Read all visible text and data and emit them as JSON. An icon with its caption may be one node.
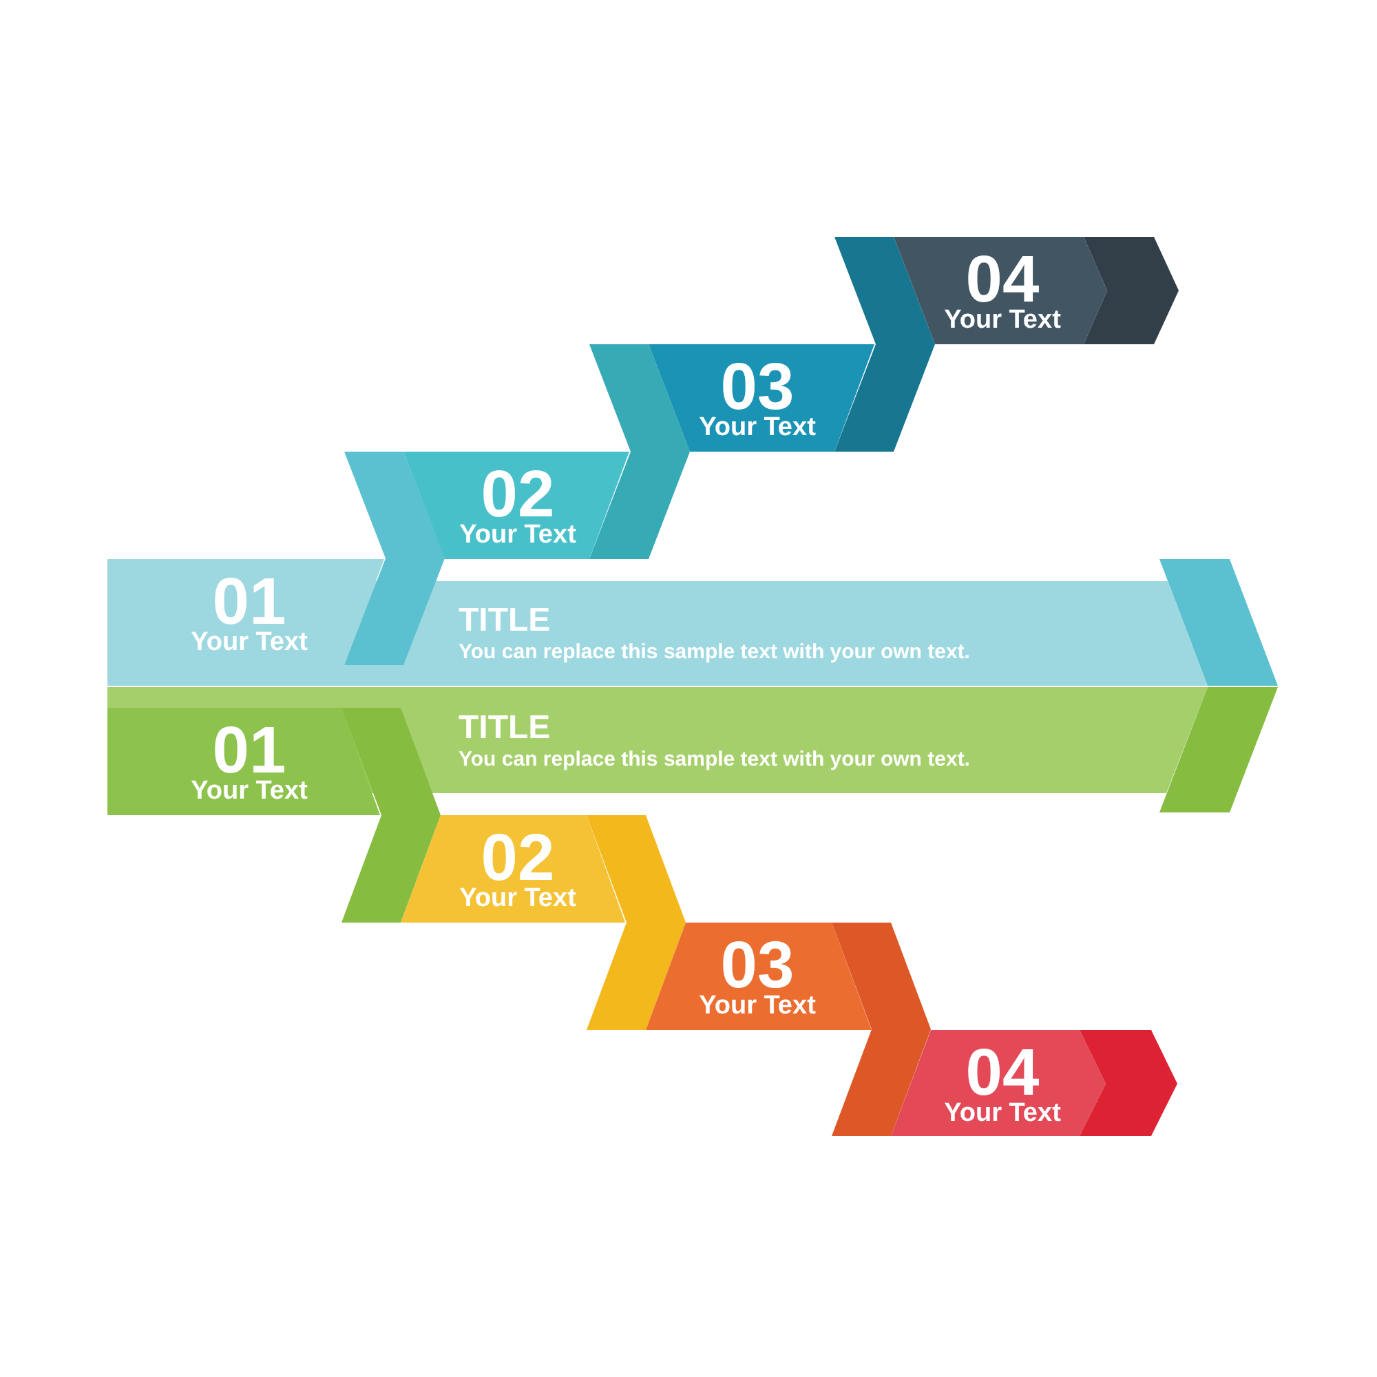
{
  "diagram": {
    "nodes": [
      {
        "text": [],
        "shape": "chevron"
      },
      {
        "text": [
          "04",
          "Your Text"
        ]
      },
      {
        "text": [],
        "shape": "chevron"
      },
      {
        "text": [
          "03",
          "Your Text"
        ]
      },
      {
        "text": [],
        "shape": "chevron"
      },
      {
        "text": [
          "02",
          "Your Text"
        ]
      },
      {
        "text": [
          "01",
          "Your Text"
        ]
      },
      {
        "text": [
          "TITLE",
          "You can replace this sample text with your own text."
        ]
      },
      {
        "text": [],
        "shape": "parallelogram"
      },
      {
        "text": [
          "TITLE",
          "You can replace this sample text with your own text."
        ]
      },
      {
        "text": [],
        "shape": "parallelogram"
      },
      {
        "text": [
          "01",
          "Your Text"
        ]
      },
      {
        "text": [],
        "shape": "chevron"
      },
      {
        "text": [
          "02",
          "Your Text"
        ]
      },
      {
        "text": [],
        "shape": "chevron"
      },
      {
        "text": [
          "03",
          "Your Text"
        ]
      },
      {
        "text": [],
        "shape": "chevron"
      },
      {
        "text": [
          "04",
          "Your Text"
        ]
      }
    ]
  }
}
